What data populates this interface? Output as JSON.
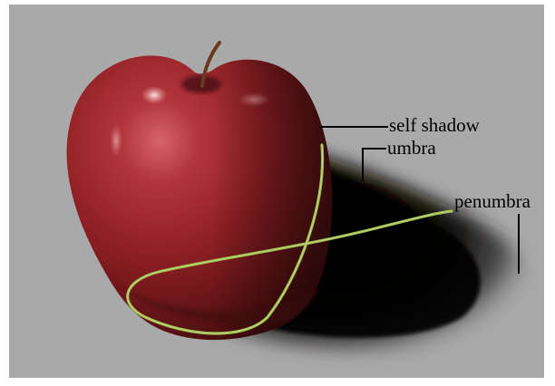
{
  "labels": {
    "self_shadow": "self shadow",
    "umbra": "umbra",
    "penumbra": "penumbra"
  },
  "colors": {
    "background": "#aaa9aa",
    "apple_red": "#8e1f24",
    "shadow": "#050403",
    "string": "#9dbb4a"
  }
}
